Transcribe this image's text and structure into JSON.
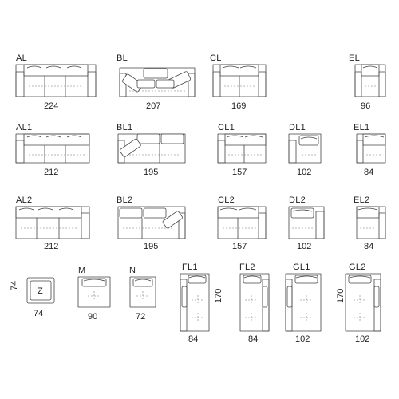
{
  "modules": [
    {
      "code": "AL",
      "dims": [
        "224"
      ]
    },
    {
      "code": "BL",
      "dims": [
        "207"
      ]
    },
    {
      "code": "CL",
      "dims": [
        "169"
      ]
    },
    {
      "code": "EL",
      "dims": [
        "96"
      ]
    },
    {
      "code": "AL1",
      "dims": [
        "212"
      ]
    },
    {
      "code": "BL1",
      "dims": [
        "195"
      ]
    },
    {
      "code": "CL1",
      "dims": [
        "157"
      ]
    },
    {
      "code": "DL1",
      "dims": [
        "102"
      ]
    },
    {
      "code": "EL1",
      "dims": [
        "84"
      ]
    },
    {
      "code": "AL2",
      "dims": [
        "212"
      ]
    },
    {
      "code": "BL2",
      "dims": [
        "195"
      ]
    },
    {
      "code": "CL2",
      "dims": [
        "157"
      ]
    },
    {
      "code": "DL2",
      "dims": [
        "102"
      ]
    },
    {
      "code": "EL2",
      "dims": [
        "84"
      ]
    },
    {
      "code": "Z",
      "dims": [
        "74",
        "74"
      ]
    },
    {
      "code": "M",
      "dims": [
        "90"
      ]
    },
    {
      "code": "N",
      "dims": [
        "72"
      ]
    },
    {
      "code": "FL1",
      "dims": [
        "84",
        "170"
      ]
    },
    {
      "code": "FL2",
      "dims": [
        "84"
      ]
    },
    {
      "code": "GL1",
      "dims": [
        "102",
        "170"
      ]
    },
    {
      "code": "GL2",
      "dims": [
        "102"
      ]
    }
  ]
}
